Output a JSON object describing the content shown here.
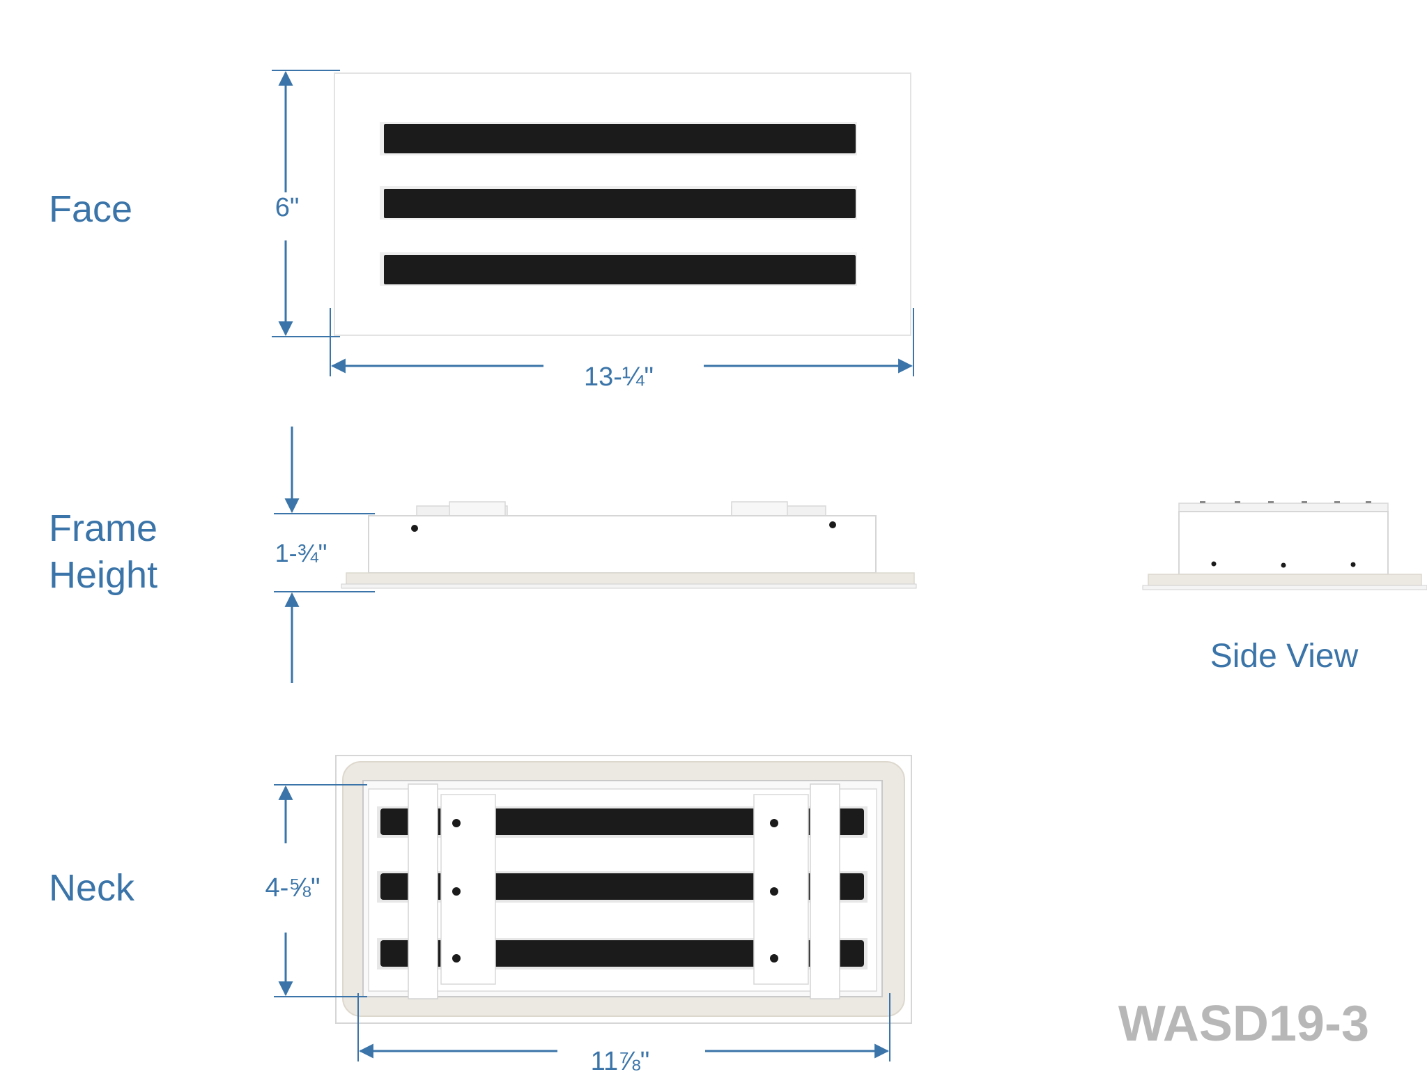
{
  "sections": {
    "face": "Face",
    "frame_height": [
      "Frame",
      "Height"
    ],
    "neck": "Neck",
    "side_view": "Side View"
  },
  "dimensions": {
    "face_height": "6\"",
    "face_width": "13-¼\"",
    "frame_height": "1-¾\"",
    "neck_height": "4-⅝\"",
    "neck_width": "11⅞\""
  },
  "model": "WASD19-3",
  "colors": {
    "dimension_blue": "#3a74a8",
    "slot_black": "#1c1b1b",
    "model_gray": "#b7b7b7",
    "gasket": "#ece9e2"
  }
}
